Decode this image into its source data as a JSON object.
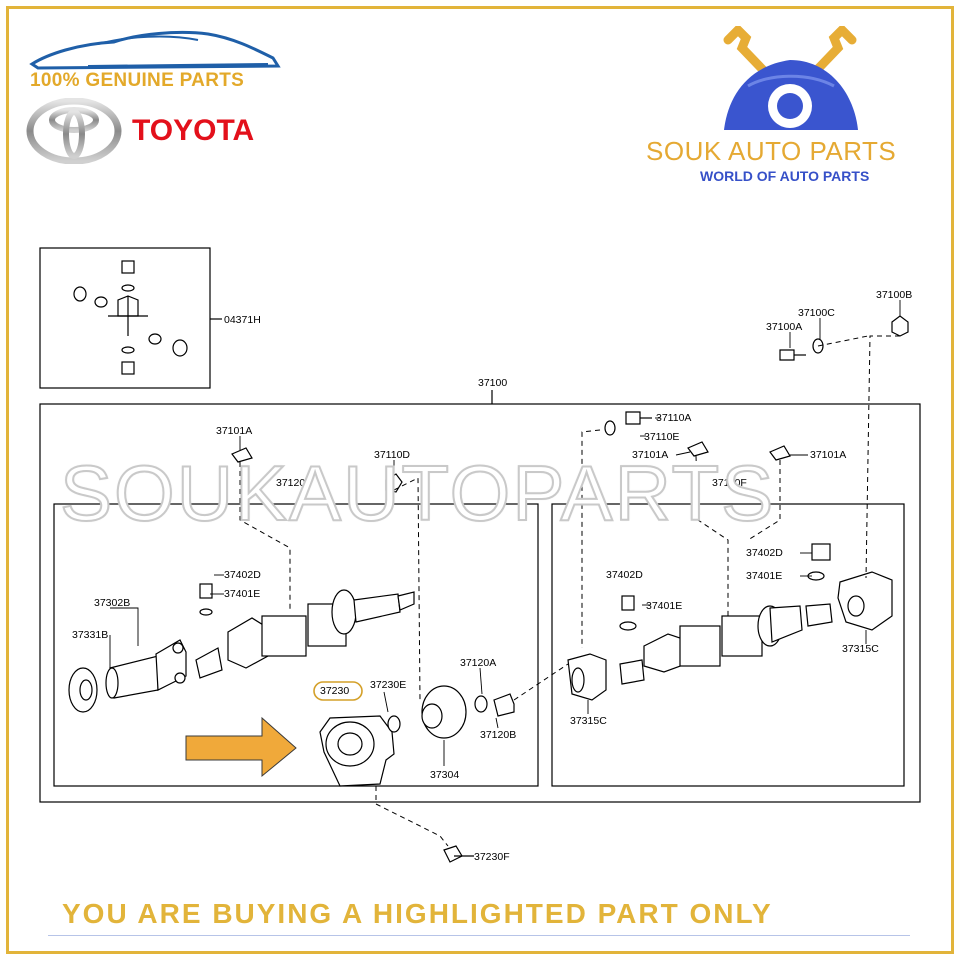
{
  "header": {
    "genuine_label": "100% GENUINE PARTS",
    "brand_name": "TOYOTA",
    "shop_name": "SOUK AUTO PARTS",
    "shop_tagline": "WORLD OF AUTO PARTS"
  },
  "watermark": "SOUKAUTOPARTS",
  "diagram": {
    "labels": {
      "l04371H": "04371H",
      "l37100": "37100",
      "l37100A": "37100A",
      "l37100B": "37100B",
      "l37100C": "37100C",
      "l37101A_left": "37101A",
      "l37101A_mid": "37101A",
      "l37101A_right": "37101A",
      "l37110A": "37110A",
      "l37110E": "37110E",
      "l37110D": "37110D",
      "l37110F": "37110F",
      "l37120": "37120",
      "l37402D_left": "37402D",
      "l37401E_left": "37401E",
      "l37302B": "37302B",
      "l37331B": "37331B",
      "l37230": "37230",
      "l37230E": "37230E",
      "l37120A": "37120A",
      "l37120B": "37120B",
      "l37304": "37304",
      "l37230F": "37230F",
      "l37402D_mid": "37402D",
      "l37401E_mid": "37401E",
      "l37402D_right": "37402D",
      "l37401E_right": "37401E",
      "l37315C_mid": "37315C",
      "l37315C_right": "37315C"
    },
    "highlighted_part": "37230"
  },
  "footer": {
    "notice": "YOU ARE BUYING A HIGHLIGHTED PART ONLY"
  },
  "colors": {
    "frame_gold": "#e2b43a",
    "toyota_red": "#e3101b",
    "accent_blue": "#3650c8",
    "arrow_orange": "#f0a93a"
  }
}
